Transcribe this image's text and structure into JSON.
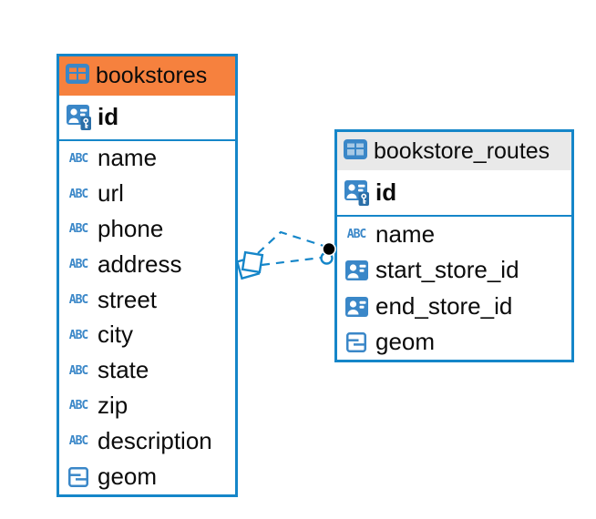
{
  "colors": {
    "accent_blue": "#1586C9",
    "icon_blue": "#3A87C8",
    "icon_blue_dark": "#2B6FA8",
    "selected_header_orange": "#F6813E",
    "header_gray": "#E9E9E9",
    "marker_black": "#000000",
    "background": "#ffffff"
  },
  "icons": {
    "text_type_label": "ABC"
  },
  "tables": [
    {
      "name": "bookstores",
      "header_color": "#F6813E",
      "primary_key": {
        "name": "id",
        "type": "primary-key"
      },
      "columns": [
        {
          "name": "name",
          "type": "text"
        },
        {
          "name": "url",
          "type": "text"
        },
        {
          "name": "phone",
          "type": "text"
        },
        {
          "name": "address",
          "type": "text"
        },
        {
          "name": "street",
          "type": "text"
        },
        {
          "name": "city",
          "type": "text"
        },
        {
          "name": "state",
          "type": "text"
        },
        {
          "name": "zip",
          "type": "text"
        },
        {
          "name": "description",
          "type": "text"
        },
        {
          "name": "geom",
          "type": "geometry"
        }
      ]
    },
    {
      "name": "bookstore_routes",
      "header_color": "#E9E9E9",
      "primary_key": {
        "name": "id",
        "type": "primary-key"
      },
      "columns": [
        {
          "name": "name",
          "type": "text"
        },
        {
          "name": "start_store_id",
          "type": "reference"
        },
        {
          "name": "end_store_id",
          "type": "reference"
        },
        {
          "name": "geom",
          "type": "geometry"
        }
      ]
    }
  ],
  "connectors": {
    "style": "dashed",
    "count": 2,
    "from_table": "bookstores",
    "to_table": "bookstore_routes"
  }
}
